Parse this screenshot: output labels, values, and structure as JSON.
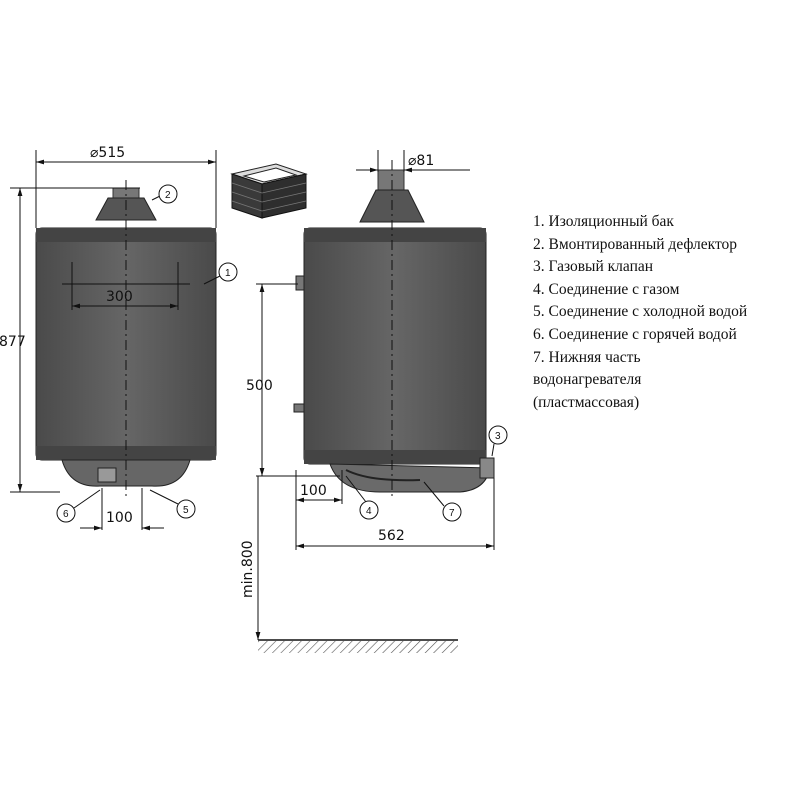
{
  "dimensions": {
    "front_width": "⌀515",
    "front_height": "877",
    "front_top_spacing": "300",
    "front_bottom_spacing": "100",
    "side_flue": "⌀81",
    "side_height": "500",
    "side_offset": "100",
    "side_depth": "562",
    "min_clearance": "min.800"
  },
  "callouts": [
    "1",
    "2",
    "3",
    "4",
    "5",
    "6",
    "7"
  ],
  "legend": {
    "items": [
      "1. Изоляционный бак",
      "2. Вмонтированный дефлектор",
      "3. Газовый клапан",
      "4. Соединение с газом",
      "5. Соединение с холодной водой",
      "6. Соединение с горячей водой",
      "7. Нижняя часть",
      "водонагревателя",
      "(пластмассовая)"
    ]
  },
  "colors": {
    "tank": "#5a5a5a",
    "tank_dark": "#3c3c3c",
    "line": "#111111",
    "brick": "#3a3a3a",
    "ground": "#555555"
  }
}
